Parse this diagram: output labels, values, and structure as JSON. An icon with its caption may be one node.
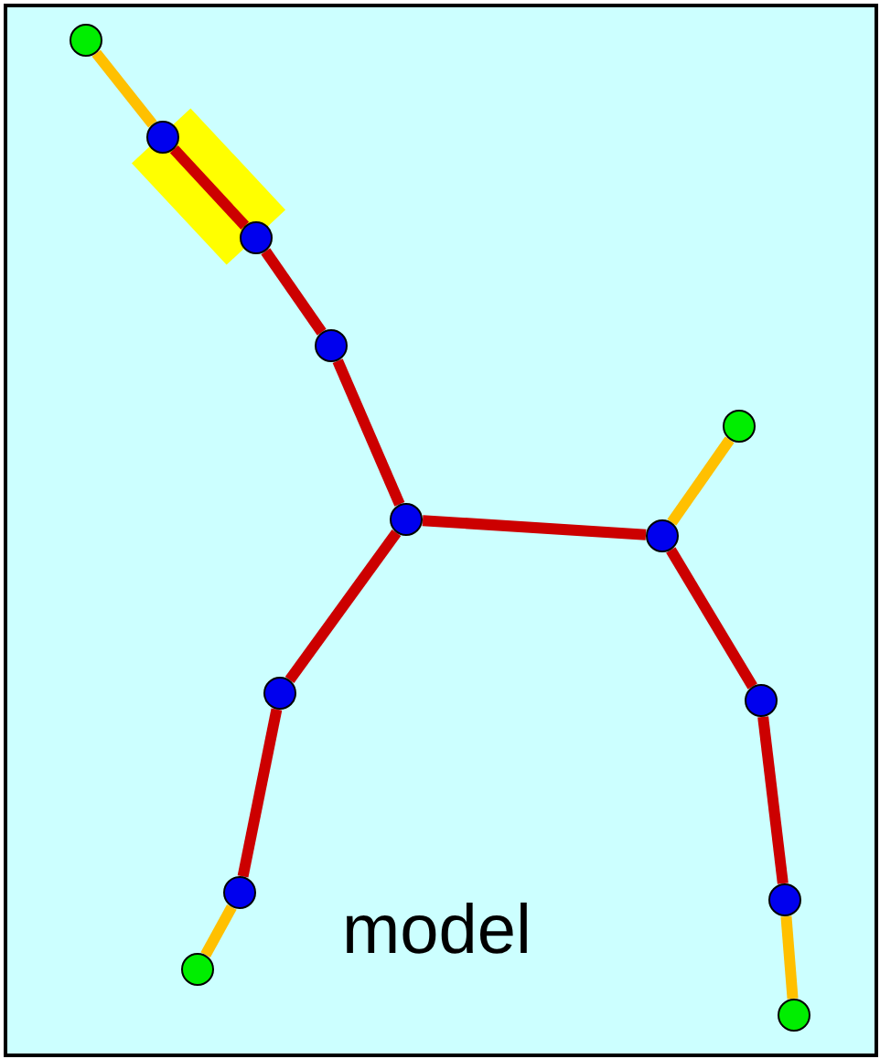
{
  "diagram": {
    "nodes": [
      {
        "text": [],
        "shape": "circle"
      },
      {
        "text": [],
        "shape": "circle"
      },
      {
        "text": [],
        "shape": "circle"
      },
      {
        "text": [],
        "shape": "circle"
      },
      {
        "text": [],
        "shape": "circle"
      },
      {
        "text": [],
        "shape": "circle"
      },
      {
        "text": [],
        "shape": "circle"
      },
      {
        "text": [],
        "shape": "circle"
      },
      {
        "text": [],
        "shape": "circle"
      },
      {
        "text": [],
        "shape": "circle"
      },
      {
        "text": [],
        "shape": "circle"
      },
      {
        "text": [],
        "shape": "circle"
      },
      {
        "text": [],
        "shape": "circle"
      }
    ],
    "edges": [
      {
        "from": 0,
        "to": 1,
        "arrow": "none",
        "color": "#ffc000"
      },
      {
        "from": 1,
        "to": 2,
        "arrow": "none"
      },
      {
        "from": 2,
        "to": 3,
        "arrow": "none"
      },
      {
        "from": 3,
        "to": 4,
        "arrow": "none"
      },
      {
        "from": 4,
        "to": 5,
        "arrow": "none"
      },
      {
        "from": 5,
        "to": 6,
        "arrow": "none",
        "color": "#ffc000"
      },
      {
        "from": 4,
        "to": 7,
        "arrow": "none"
      },
      {
        "from": 7,
        "to": 8,
        "arrow": "none"
      },
      {
        "from": 8,
        "to": 9,
        "arrow": "none",
        "color": "#ffc000"
      },
      {
        "from": 5,
        "to": 10,
        "arrow": "none"
      },
      {
        "from": 10,
        "to": 11,
        "arrow": "none"
      },
      {
        "from": 11,
        "to": 12,
        "arrow": "none",
        "color": "#ffc000"
      }
    ],
    "labels": [
      "model"
    ]
  }
}
